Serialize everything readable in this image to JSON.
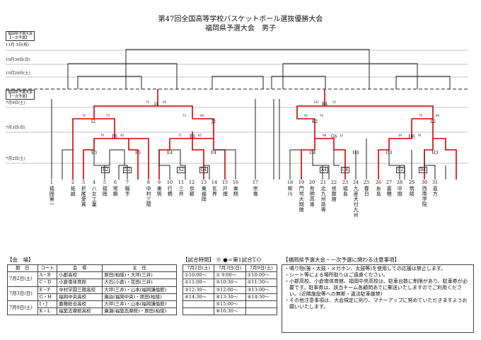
{
  "title": {
    "line1": "第47回全国高等学校バスケットボール選抜優勝大会",
    "line2": "福岡県予選大会　男子"
  },
  "date_tags": {
    "top_box_a": "福岡県予選大会",
    "top_box_b": "【一次予選】",
    "nov3": "11月 3日(祝)",
    "oct30": "10月30日(日)",
    "oct29": "10月29日(土)",
    "mid_box_a": "福岡県予選大会",
    "mid_box_b": "【一次予選】",
    "jul9": "7月9日(土)",
    "jul3": "7月3日(日)",
    "jul2": "7月2日(土)"
  },
  "teams": [
    {
      "no": "1",
      "name": "福岡第一"
    },
    {
      "no": "2",
      "name": "祐誠"
    },
    {
      "no": "3",
      "name": "折尾愛真"
    },
    {
      "no": "4",
      "name": "八女工業"
    },
    {
      "no": "5",
      "name": "福岡"
    },
    {
      "no": "6",
      "name": "常磐"
    },
    {
      "no": "7",
      "name": "鞍手"
    },
    {
      "no": "8",
      "name": "中村三陽"
    },
    {
      "no": "9",
      "name": "東筑"
    },
    {
      "no": "10",
      "name": "行橋"
    },
    {
      "no": "11",
      "name": "三井"
    },
    {
      "no": "12",
      "name": "京都"
    },
    {
      "no": "13",
      "name": "東福岡"
    },
    {
      "no": "14",
      "name": "玄界"
    },
    {
      "no": "15",
      "name": "戸畑"
    },
    {
      "no": "16",
      "name": "東翔"
    },
    {
      "no": "17",
      "name": "宗像"
    },
    {
      "no": "18",
      "name": "柳川"
    },
    {
      "no": "19",
      "name": "門司大翔館"
    },
    {
      "no": "20",
      "name": "有明高専"
    },
    {
      "no": "21",
      "name": "北九州高専"
    },
    {
      "no": "22",
      "name": "修猷館"
    },
    {
      "no": "23",
      "name": "福島"
    },
    {
      "no": "24",
      "name": "九産大付九州"
    },
    {
      "no": "25",
      "name": "春日"
    },
    {
      "no": "26",
      "name": "糸島"
    },
    {
      "no": "27",
      "name": "嘉穂"
    },
    {
      "no": "28",
      "name": "中間"
    },
    {
      "no": "29",
      "name": "筑陵"
    },
    {
      "no": "30",
      "name": "西南学院"
    },
    {
      "no": "31",
      "name": "直方"
    }
  ],
  "match_labels": {
    "I4": "I4",
    "K4": "K4",
    "J2": "J2",
    "K2": "K2",
    "L2": "L2",
    "F6": "F6",
    "E6": "E6",
    "G6": "G6",
    "H6": "H6",
    "E3": "E3",
    "F3": "F3",
    "E4": "E4",
    "F4": "F4",
    "G4": "G4",
    "H4": "H4",
    "G3": "G3",
    "H3": "H3",
    "B2": "B2",
    "D2": "D2",
    "A2": "A2",
    "D4": "D4",
    "A4": "A4",
    "C4": "C4",
    "C2": "C2",
    "B4": "B4",
    "I2": "I2"
  },
  "venue": {
    "heading": "【会　場】",
    "headers": [
      "期　日",
      "コート",
      "会　場",
      "主　任"
    ],
    "rows": [
      {
        "date": "",
        "court": "A・B",
        "venue": "小郡高校",
        "chief": "原田(柏陵)・大坪(三井)"
      },
      {
        "date": "7月2日(土)",
        "court": "C・D",
        "venue": "小倉南体育館",
        "chief": "大石(小倉)・花田(三井)"
      },
      {
        "date": "",
        "court": "E・F",
        "venue": "中村学園三陽高校",
        "chief": "大坪(三井)・山本(福岡講倫館)"
      },
      {
        "date": "7月3日(日)",
        "court": "G・H",
        "venue": "福岡中央高校",
        "chief": "廣由(福岡中央)・原田(柏陵)"
      },
      {
        "date": "",
        "court": "I・J",
        "venue": "嘉穂総合高校",
        "chief": "大坪(三井)・山本(福岡講倫館)"
      },
      {
        "date": "7月9日(土)",
        "court": "K・L",
        "venue": "福築志摩館高校",
        "chief": "廣瀬(福築志摩館)・原田(柏陵)"
      }
    ]
  },
  "times": {
    "heading": "【試合時間】 ※ ●＝第1試合T.O",
    "headers": [
      "7月2日(土)",
      "7月3日(日)",
      "7月9日(土)"
    ],
    "col1": [
      "①10:00～",
      "②11:00～",
      "③12:30～",
      "④14:30～",
      "",
      ""
    ],
    "col2": [
      "① 9:00～",
      "②10:30～",
      "③12:00～",
      "④13:30～",
      "⑤15:00～",
      "⑥16:30～"
    ],
    "col3": [
      "①10:00～",
      "②11:30～",
      "③13:00～",
      "④14:30～",
      "",
      ""
    ]
  },
  "notes": {
    "heading": "【福岡県予選大会・一次予選に関わる注意事項】",
    "items": [
      "・鳴り物(笛・太鼓・メガホン、太鼓等)を使用しての応援は禁止します。",
      "・シート等による場所取りはご遠慮ください。",
      "・小郡高校、小倉南体育館、福岡中央高校は、駐車台数に制限があり、駐車券が必要です。駐車券は、該当チーム各顧問あてに郵送いたしますのでご利用ください。(近隣施設等への無断・違法駐車厳禁)",
      "・その他注意事項は、大会規定に則り、マナーアップに努めていただきますようお願いいたします。"
    ]
  },
  "colors": {
    "win_line": "#d40000",
    "line": "#222222"
  }
}
